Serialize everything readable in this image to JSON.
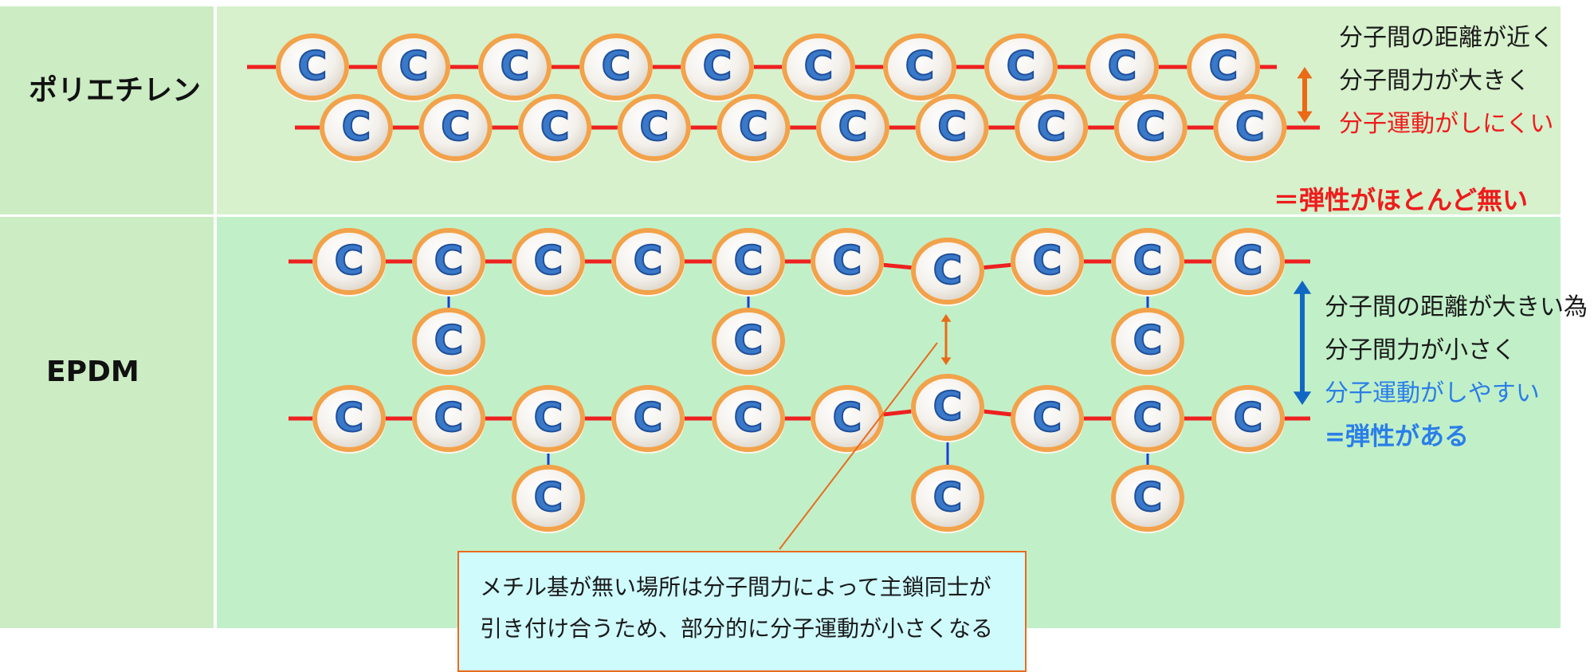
{
  "rows": {
    "polyethylene": {
      "title": "ポリエチレン",
      "notes": [
        "分子間の距離が近く",
        "分子間力が大きく",
        "分子運動がしにくい"
      ],
      "conclusion": "＝弾性がほとんど無い"
    },
    "epdm": {
      "title": "EPDM",
      "notes": [
        "分子間の距離が大きい為",
        "分子間力が小さく",
        "分子運動がしやすい"
      ],
      "conclusion": "=弾性がある"
    }
  },
  "atom_label": "C",
  "callout": {
    "line1": "メチル基が無い場所は分子間力によって主鎖同士が",
    "line2": "引き付け合うため、部分的に分子運動が小さくなる"
  },
  "colors": {
    "band_light": "#d6f1cc",
    "band_epdm": "#c1f0c8",
    "label_bg": "#ccecc4",
    "bond_red": "#ee2020",
    "bond_blue": "#1a3ed8",
    "arrow_orange": "#ea6a16",
    "arrow_blue": "#1167c4",
    "atom_ring": "#f2a24a",
    "atom_letter": "#3a78c8",
    "callout_bg": "#cffbfd",
    "callout_border": "#e96b1e"
  }
}
